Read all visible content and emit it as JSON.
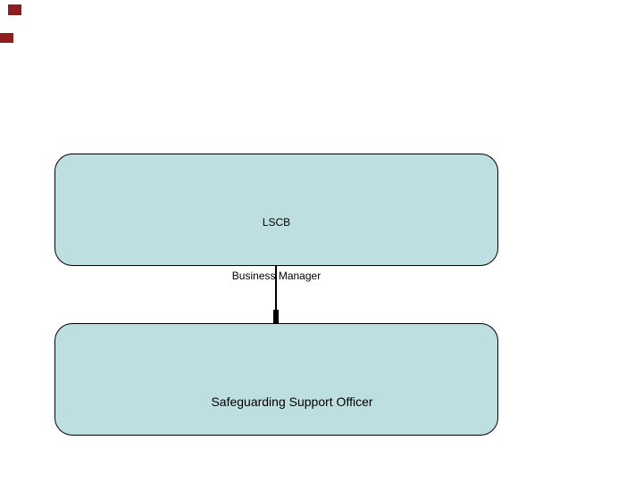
{
  "canvas": {
    "background_color": "#ffffff"
  },
  "decorations": {
    "marker_color": "#8f1d1d",
    "markers": [
      {
        "name": "slide-marker-1"
      },
      {
        "name": "slide-marker-2"
      }
    ]
  },
  "org_chart": {
    "node_fill_color": "#bedfe2",
    "node_border_color": "#000000",
    "connector_color": "#000000",
    "text_color": "#000000",
    "nodes": [
      {
        "id": "lscb-business-manager",
        "line1": "LSCB",
        "line2": "Business Manager"
      },
      {
        "id": "safeguarding-support-officer",
        "line1": "Safeguarding Support Officer"
      }
    ],
    "edges": [
      {
        "from": "lscb-business-manager",
        "to": "safeguarding-support-officer"
      }
    ]
  }
}
